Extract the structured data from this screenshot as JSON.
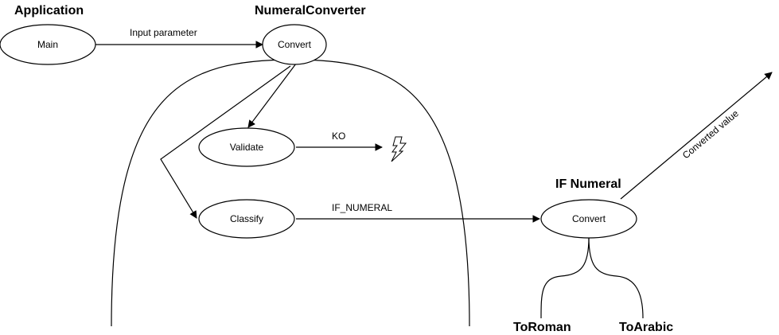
{
  "headings": {
    "application": "Application",
    "numeral_converter": "NumeralConverter",
    "if_numeral": "IF Numeral",
    "to_roman": "ToRoman",
    "to_arabic": "ToArabic"
  },
  "nodes": {
    "main": "Main",
    "convert": "Convert",
    "validate": "Validate",
    "classify": "Classify",
    "if_convert": "Convert"
  },
  "edges": {
    "input_parameter": "Input parameter",
    "ko": "KO",
    "if_numeral_label": "IF_NUMERAL",
    "converted_value": "Converted value"
  },
  "icons": {
    "error": "lightning-bolt-icon"
  },
  "colors": {
    "stroke": "#000000",
    "background": "#ffffff"
  }
}
